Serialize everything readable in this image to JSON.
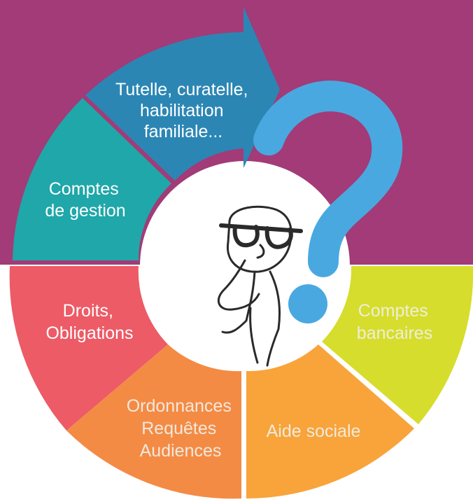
{
  "colors": {
    "background_top": "#a23b77",
    "background_bottom": "#ffffff",
    "comptes_gestion": "#1fa7a9",
    "tutelle": "#2b86b4",
    "droits": "#ec5b66",
    "ordonnances": "#f48b44",
    "aide_sociale": "#f8a43a",
    "comptes_bancaires": "#d6dd2c",
    "question_mark": "#4aa8e0",
    "center": "#ffffff"
  },
  "segments": {
    "comptes_gestion": [
      "Comptes",
      "de gestion"
    ],
    "tutelle": [
      "Tutelle, curatelle,",
      "habilitation",
      "familiale..."
    ],
    "droits": [
      "Droits,",
      "Obligations"
    ],
    "ordonnances": [
      "Ordonnances",
      "Requêtes",
      "Audiences"
    ],
    "aide_sociale": [
      "Aide sociale"
    ],
    "comptes_bancaires": [
      "Comptes",
      "bancaires"
    ]
  },
  "icons": {
    "question_mark": "question-mark-icon",
    "thinking_person": "thinking-person-icon"
  }
}
